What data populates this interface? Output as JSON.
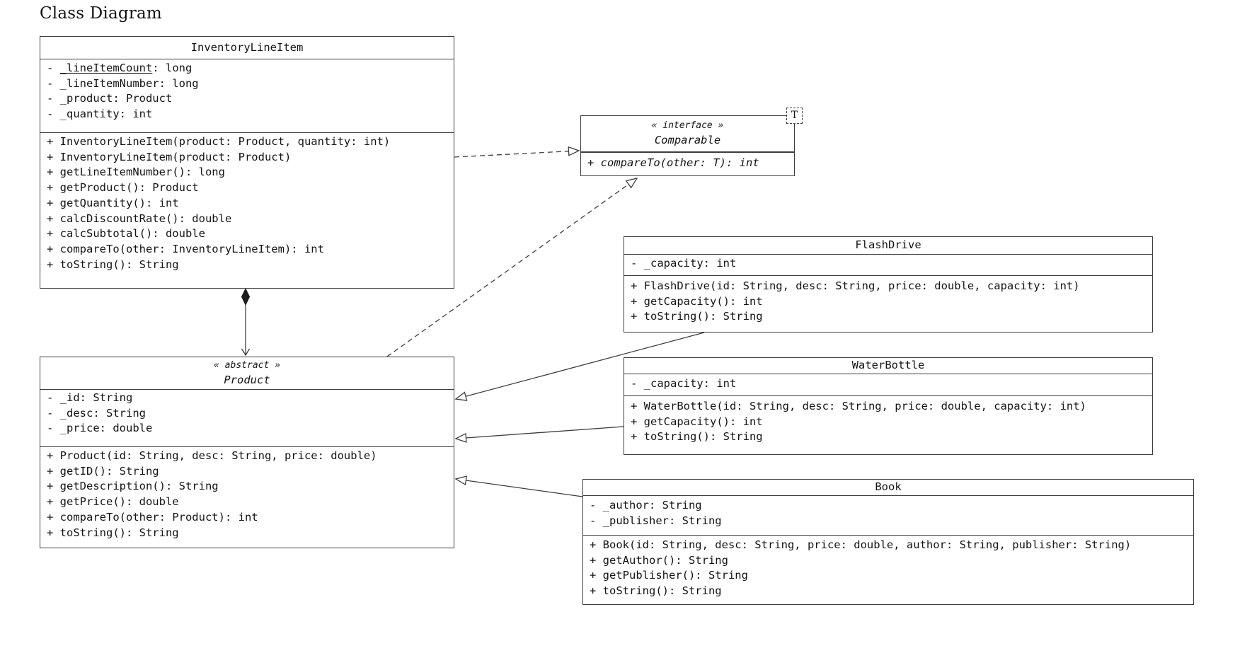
{
  "diagram": {
    "title": "Class Diagram"
  },
  "colors": {
    "stroke": "#3d3d3d",
    "text": "#141414",
    "background": "#ffffff"
  },
  "classes": [
    {
      "name": "InventoryLineItem",
      "attributes": [
        {
          "text": "- _lineItemCount: long",
          "underline": "_lineItemCount"
        },
        {
          "text": "- _lineItemNumber: long"
        },
        {
          "text": "- _product: Product"
        },
        {
          "text": "- _quantity: int"
        }
      ],
      "methods": [
        {
          "text": "+ InventoryLineItem(product: Product, quantity: int)"
        },
        {
          "text": "+ InventoryLineItem(product: Product)"
        },
        {
          "text": "+ getLineItemNumber(): long"
        },
        {
          "text": "+ getProduct(): Product"
        },
        {
          "text": "+ getQuantity(): int"
        },
        {
          "text": "+ calcDiscountRate(): double"
        },
        {
          "text": "+ calcSubtotal(): double"
        },
        {
          "text": "+ compareTo(other: InventoryLineItem): int"
        },
        {
          "text": "+ toString(): String"
        }
      ]
    },
    {
      "name": "Comparable",
      "stereotype": "« interface »",
      "template_param": "T",
      "attributes": [],
      "methods": [
        {
          "text": "+ compareTo(other: T): int"
        }
      ]
    },
    {
      "name": "Product",
      "stereotype": "« abstract »",
      "attributes": [
        {
          "text": "- _id: String"
        },
        {
          "text": "- _desc: String"
        },
        {
          "text": "- _price: double"
        }
      ],
      "methods": [
        {
          "text": "+ Product(id: String, desc: String, price: double)"
        },
        {
          "text": "+ getID(): String"
        },
        {
          "text": "+ getDescription(): String"
        },
        {
          "text": "+ getPrice(): double"
        },
        {
          "text": "+ compareTo(other: Product): int"
        },
        {
          "text": "+ toString(): String"
        }
      ]
    },
    {
      "name": "FlashDrive",
      "attributes": [
        {
          "text": "- _capacity: int"
        }
      ],
      "methods": [
        {
          "text": "+ FlashDrive(id: String, desc: String, price: double, capacity: int)"
        },
        {
          "text": "+ getCapacity(): int"
        },
        {
          "text": "+ toString(): String"
        }
      ]
    },
    {
      "name": "WaterBottle",
      "attributes": [
        {
          "text": "- _capacity: int"
        }
      ],
      "methods": [
        {
          "text": "+ WaterBottle(id: String, desc: String, price: double, capacity: int)"
        },
        {
          "text": "+ getCapacity(): int"
        },
        {
          "text": "+ toString(): String"
        }
      ]
    },
    {
      "name": "Book",
      "attributes": [
        {
          "text": "- _author: String"
        },
        {
          "text": "- _publisher: String"
        }
      ],
      "methods": [
        {
          "text": "+ Book(id: String, desc: String, price: double, author: String, publisher: String)"
        },
        {
          "text": "+ getAuthor(): String"
        },
        {
          "text": "+ getPublisher(): String"
        },
        {
          "text": "+ toString(): String"
        }
      ]
    }
  ],
  "relationships": [
    {
      "type": "realization",
      "from": "InventoryLineItem",
      "to": "Comparable",
      "line": "dashed",
      "arrow": "hollow-triangle"
    },
    {
      "type": "realization",
      "from": "Product",
      "to": "Comparable",
      "line": "dashed",
      "arrow": "hollow-triangle"
    },
    {
      "type": "composition",
      "from": "InventoryLineItem",
      "to": "Product",
      "line": "solid",
      "arrow": "open-vee",
      "source_end": "filled-diamond"
    },
    {
      "type": "generalization",
      "from": "FlashDrive",
      "to": "Product",
      "line": "solid",
      "arrow": "hollow-triangle"
    },
    {
      "type": "generalization",
      "from": "WaterBottle",
      "to": "Product",
      "line": "solid",
      "arrow": "hollow-triangle"
    },
    {
      "type": "generalization",
      "from": "Book",
      "to": "Product",
      "line": "solid",
      "arrow": "hollow-triangle"
    }
  ]
}
